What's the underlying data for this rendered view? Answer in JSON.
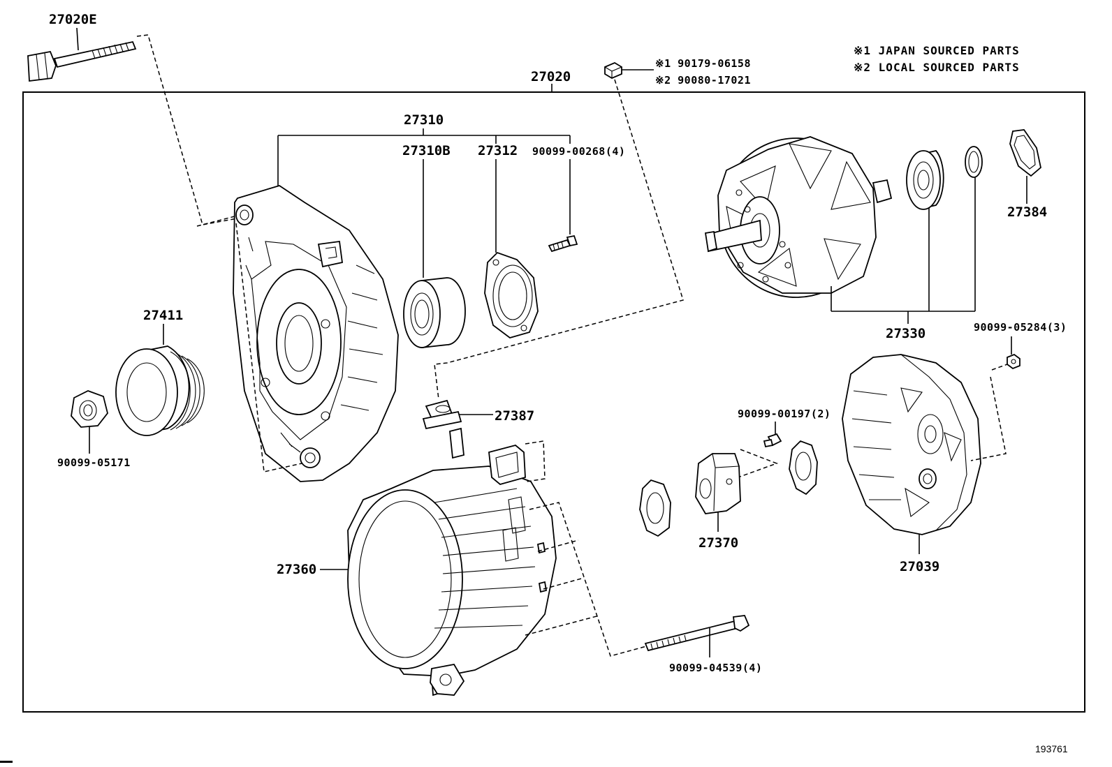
{
  "notes": {
    "note1": "※1 JAPAN SOURCED PARTS",
    "note2": "※2 LOCAL SOURCED PARTS"
  },
  "ref_number": "193761",
  "parts": {
    "p27020E": "27020E",
    "p27020": "27020",
    "p90179": "※1 90179-06158",
    "p90080": "※2 90080-17021",
    "p27310": "27310",
    "p27310B": "27310B",
    "p27312": "27312",
    "p90099_00268": "90099-00268(4)",
    "p27384": "27384",
    "p27330": "27330",
    "p90099_05284": "90099-05284(3)",
    "p27411": "27411",
    "p90099_05171": "90099-05171",
    "p27387": "27387",
    "p90099_00197": "90099-00197(2)",
    "p27370": "27370",
    "p27039": "27039",
    "p27360": "27360",
    "p90099_04539": "90099-04539(4)"
  }
}
